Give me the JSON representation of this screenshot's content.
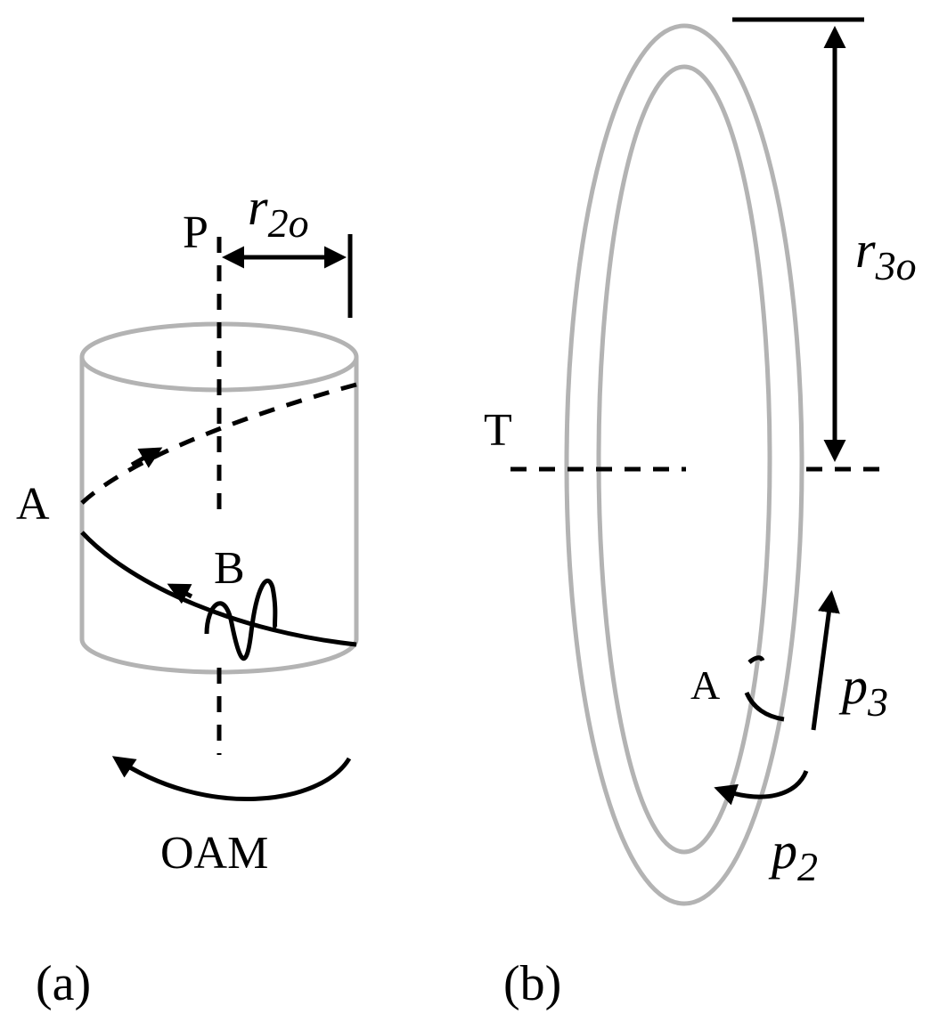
{
  "panel_a": {
    "caption": "(a)",
    "label_p": "P",
    "label_r": "r",
    "label_r_sub": "2o",
    "label_a": "A",
    "label_b": "B",
    "label_oam": "OAM"
  },
  "panel_b": {
    "caption": "(b)",
    "label_t": "T",
    "label_r": "r",
    "label_r_sub": "3o",
    "label_a": "A",
    "label_p3": "p",
    "label_p3_sub": "3",
    "label_p2": "p",
    "label_p2_sub": "2"
  },
  "colors": {
    "outline": "#b3b3b3",
    "ink": "#000000"
  }
}
